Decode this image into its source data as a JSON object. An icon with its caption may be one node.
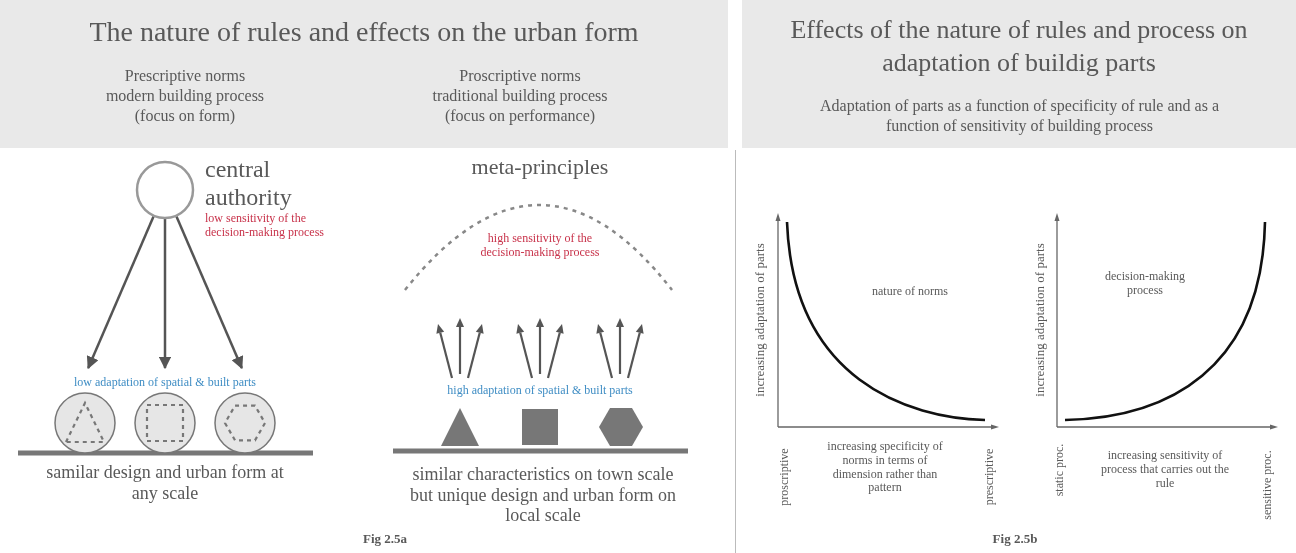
{
  "diagram": {
    "nodes": [
      {
        "text": [
          "The nature of rules and effects on the urban form",
          "Prescriptive norms modern building process (focus on form)",
          "Proscriptive norms traditional building process (focus on performance)"
        ]
      },
      {
        "text": [
          "Effects of the nature of rules and process on adaptation of buildig parts",
          "Adaptation of parts as a function of specificity of rule and as a function of sensitivity of building process"
        ]
      },
      {
        "text": [],
        "shape": "circle",
        "beside": [
          "central authority",
          "low sensitivity of the decision-making process"
        ]
      },
      {
        "text": [],
        "shape": "circle"
      },
      {
        "text": [],
        "shape": "circle"
      },
      {
        "text": [],
        "shape": "circle"
      },
      {
        "text": [],
        "shape": "triangle"
      },
      {
        "text": [],
        "shape": "box"
      },
      {
        "text": [],
        "shape": "hexagon"
      }
    ],
    "edges": [
      {
        "from": 2,
        "to": 3,
        "arrow": "to"
      },
      {
        "from": 2,
        "to": 4,
        "arrow": "to"
      },
      {
        "from": 2,
        "to": 5,
        "arrow": "to"
      }
    ],
    "labels": [
      "low adaptation of spatial & built parts",
      "samilar design and urban form at any scale",
      "meta-principles",
      "high sensitivity of the decision-making process",
      "high adaptation of spatial & built parts",
      "similar characteristics on town scale but unique design and urban form on local scale",
      "Fig 2.5a",
      "increasing adaptation of parts",
      "nature of norms",
      "proscriptive",
      "increasing specificity of norms in terms of dimension rather than pattern",
      "prescriptive",
      "increasing adaptation of parts",
      "decision-making process",
      "static proc.",
      "increasing sensitivity of process that carries out the rule",
      "sensitive proc.",
      "Fig 2.5b"
    ]
  }
}
